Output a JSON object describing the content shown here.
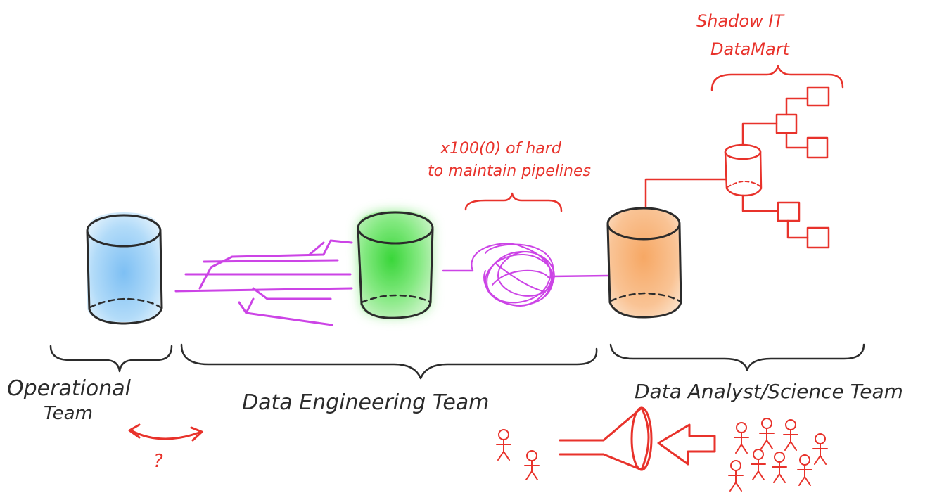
{
  "labels": {
    "operational_line1": "Operational",
    "operational_line2": "Team",
    "data_engineering": "Data Engineering Team",
    "data_analyst": "Data Analyst/Science Team",
    "pipelines_line1": "x100(0) of hard",
    "pipelines_line2": "to maintain pipelines",
    "shadow_line1": "Shadow IT",
    "shadow_line2": "DataMart",
    "question": "?"
  },
  "colors": {
    "operational_db": "#8cc8f5",
    "engineering_db": "#5fe35f",
    "analyst_db": "#f7b276",
    "pipeline": "#cc44e6",
    "shadow": "#e8322b",
    "ink": "#2b2b2b"
  },
  "icons": {
    "operational_db": "database-cylinder-icon",
    "engineering_db": "database-cylinder-icon",
    "analyst_db": "database-cylinder-icon",
    "shadow_db": "database-cylinder-icon",
    "funnel": "funnel-icon",
    "arrow": "arrow-left-icon",
    "person": "stick-figure-icon"
  }
}
